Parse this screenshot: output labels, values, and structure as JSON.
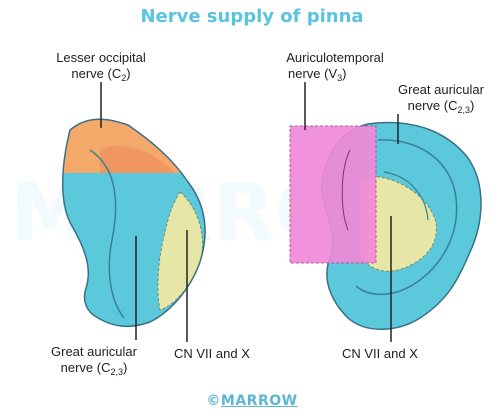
{
  "title": "Nerve supply of pinna",
  "labels": {
    "lesser_occipital": {
      "line1": "Lesser occipital",
      "line2": "nerve (C",
      "sub": "2",
      "close": ")"
    },
    "great_auricular_left": {
      "line1": "Great auricular",
      "line2": "nerve (C",
      "sub": "2,3",
      "close": ")"
    },
    "cn_left": "CN VII and X",
    "auriculotemporal": {
      "line1": "Auriculotemporal",
      "line2": "nerve (V",
      "sub": "3",
      "close": ")"
    },
    "great_auricular_right": {
      "line1": "Great auricular",
      "line2": "nerve (C",
      "sub": "2,3",
      "close": ")"
    },
    "cn_right": "CN VII and X"
  },
  "footer": {
    "copyright": "©",
    "brand": "MARROW"
  },
  "watermark": "MARROW",
  "colors": {
    "title": "#5bc3e0",
    "great_auricular": "#5cc8dc",
    "lesser_occipital": "#f4a86a",
    "cn_vii_x": "#e6e7a6",
    "auriculotemporal": "#f08ad8",
    "outline": "#3a6f86"
  }
}
